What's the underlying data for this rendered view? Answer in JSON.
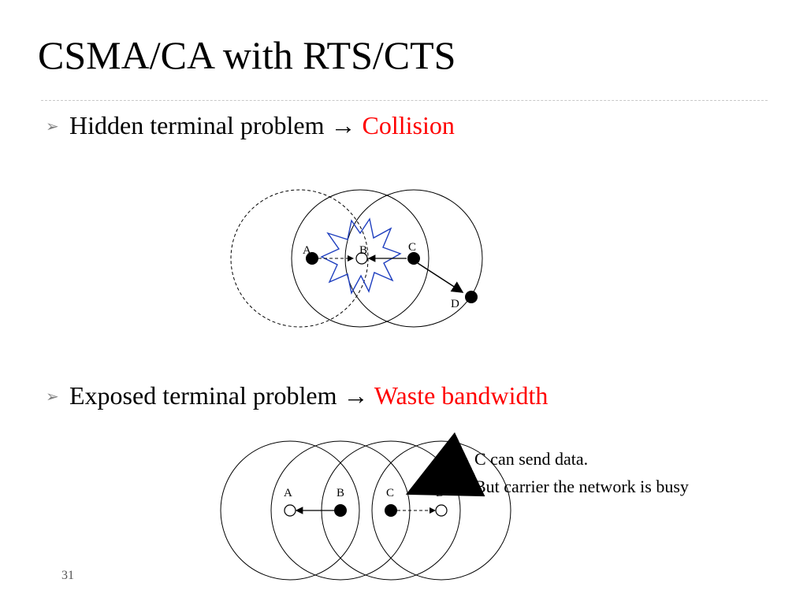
{
  "slide": {
    "title": "CSMA/CA with RTS/CTS",
    "page_number": "31"
  },
  "bullets": [
    {
      "text": "Hidden terminal problem → ",
      "highlight": "Collision"
    },
    {
      "text": "Exposed terminal problem → ",
      "highlight": "Waste bandwidth"
    }
  ],
  "diagrams": {
    "hidden": {
      "nodes": [
        "A",
        "B",
        "C",
        "D"
      ]
    },
    "exposed": {
      "nodes": [
        "A",
        "B",
        "C",
        "D"
      ],
      "note": [
        "C can send data.",
        "But carrier the network is busy"
      ]
    }
  },
  "colors": {
    "highlight": "#ff0000",
    "burst": "#1f3fbf"
  }
}
